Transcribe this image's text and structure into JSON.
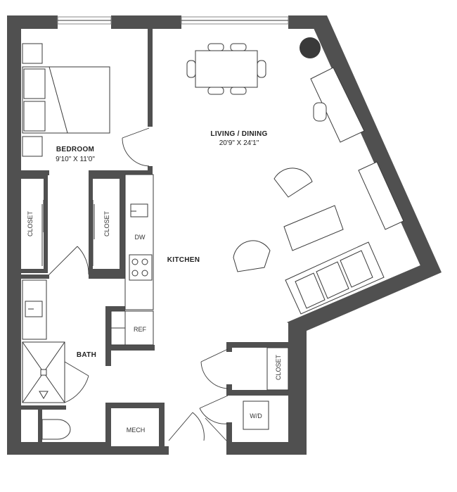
{
  "floorplan": {
    "rooms": {
      "bedroom": {
        "label": "BEDROOM",
        "dimensions": "9'10\" X 11'0\""
      },
      "living": {
        "label": "LIVING / DINING",
        "dimensions": "20'9\" X 24'1\""
      },
      "kitchen": {
        "label": "KITCHEN"
      },
      "bath": {
        "label": "BATH"
      },
      "closet_left": {
        "label": "CLOSET"
      },
      "closet_mid": {
        "label": "CLOSET"
      },
      "closet_entry": {
        "label": "CLOSET"
      },
      "mech": {
        "label": "MECH"
      }
    },
    "fixtures": {
      "dishwasher": "DW",
      "refrigerator": "REF",
      "washer_dryer": "W/D"
    },
    "colors": {
      "wall": "#505050",
      "line": "#3a3a3a",
      "background": "#ffffff"
    }
  }
}
